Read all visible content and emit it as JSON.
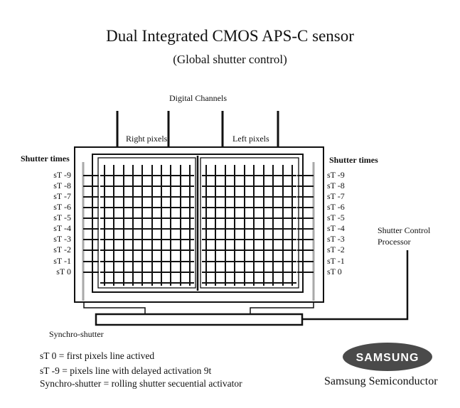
{
  "title": "Dual Integrated CMOS APS-C sensor",
  "subtitle": "(Global shutter control)",
  "digital_channels": "Digital Channels",
  "right_pixels": "Right pixels",
  "left_pixels": "Left pixels",
  "shutter_times_left": "Shutter times",
  "shutter_times_right": "Shutter times",
  "shutter_labels": [
    "sT -9",
    "sT -8",
    "sT -7",
    "sT -6",
    "sT -5",
    "sT -4",
    "sT -3",
    "sT -2",
    "sT -1",
    "sT 0"
  ],
  "shutter_control_line1": "Shutter Control",
  "shutter_control_line2": "Processor",
  "synchro_shutter": "Synchro-shutter",
  "legend": [
    "sT 0 = first pixels line actived",
    "sT -9 = pixels line with delayed activation 9t",
    "Synchro-shutter = rolling shutter secuential activator"
  ],
  "logo_text": "SAMSUNG",
  "company": "Samsung Semiconductor",
  "colors": {
    "logo": "#4a4a4a",
    "rail": "#a9a9a9"
  }
}
